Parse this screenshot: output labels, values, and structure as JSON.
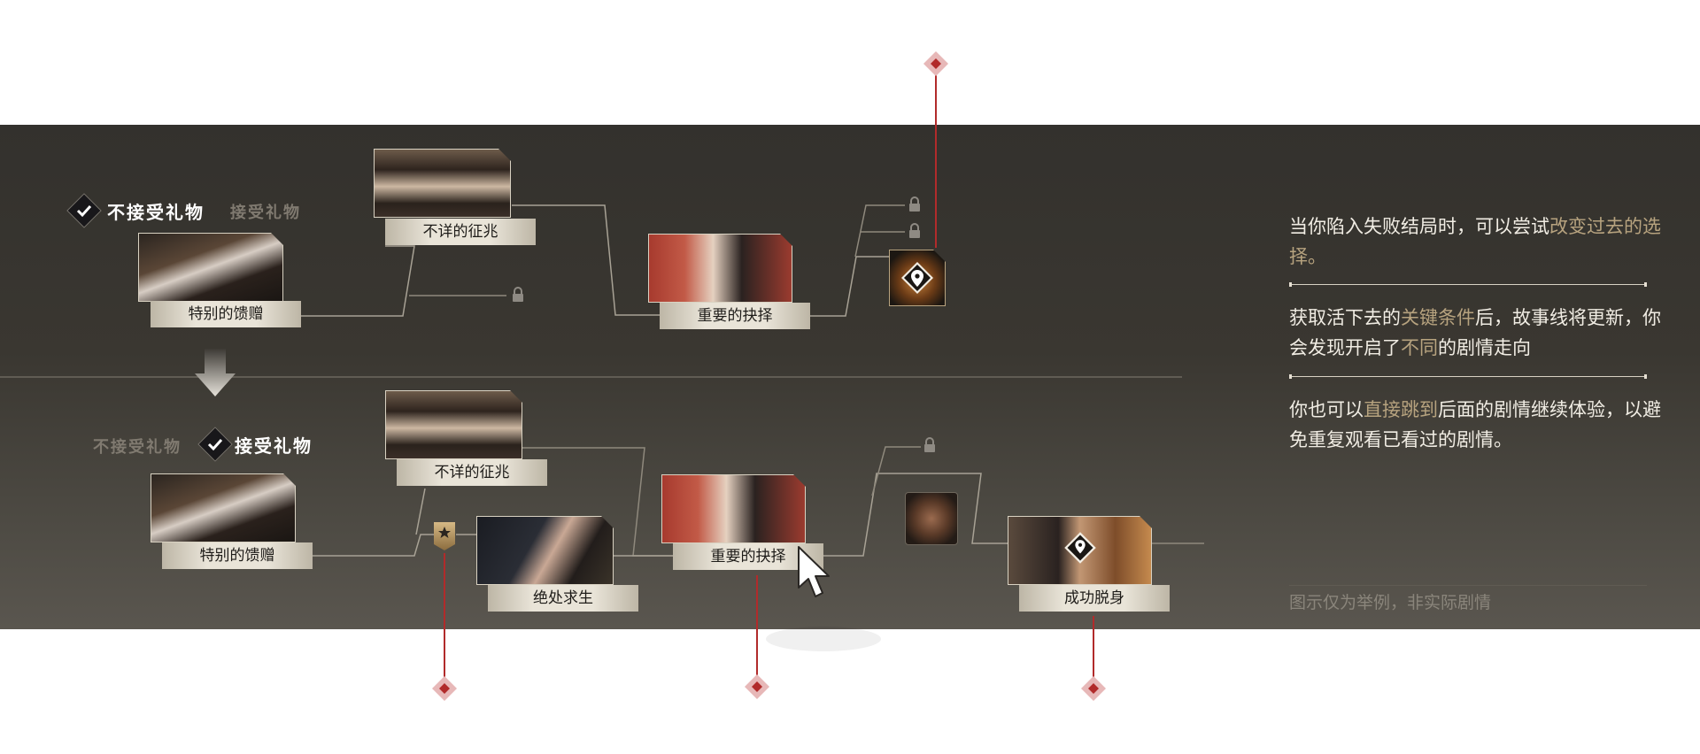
{
  "top_branch": {
    "choice_selected": "不接受礼物",
    "choice_other": "接受礼物",
    "node_start": "特别的馈赠",
    "node_upper": "不详的征兆",
    "node_mid": "重要的抉择"
  },
  "bottom_branch": {
    "choice_other": "不接受礼物",
    "choice_selected": "接受礼物",
    "node_start": "特别的馈赠",
    "node_upper": "不详的征兆",
    "node_escape": "绝处求生",
    "node_mid": "重要的抉择",
    "node_end": "成功脱身"
  },
  "side_panel": {
    "tip1_a": "当你陷入失败结局时，可以尝试",
    "tip1_hl": "改变过去的选择",
    "tip1_b": "。",
    "tip2_a": "获取活下去的",
    "tip2_hl1": "关键条件",
    "tip2_b": "后，故事线将更新，你会发现开启了",
    "tip2_hl2": "不同",
    "tip2_c": "的剧情走向",
    "tip3_a": "你也可以",
    "tip3_hl": "直接跳到",
    "tip3_b": "后面的剧情继续体验，以避免重复观看已看过的剧情。",
    "disclaimer": "图示仅为举例，非实际剧情"
  },
  "icons": {
    "check": "check-icon",
    "lock": "lock-icon",
    "location": "location-pin-icon",
    "star": "star-icon",
    "arrow": "down-arrow-icon",
    "cursor": "mouse-cursor-icon"
  },
  "colors": {
    "highlight": "#b7a37f",
    "marker": "#b12b2b",
    "band": "#3a3731"
  }
}
